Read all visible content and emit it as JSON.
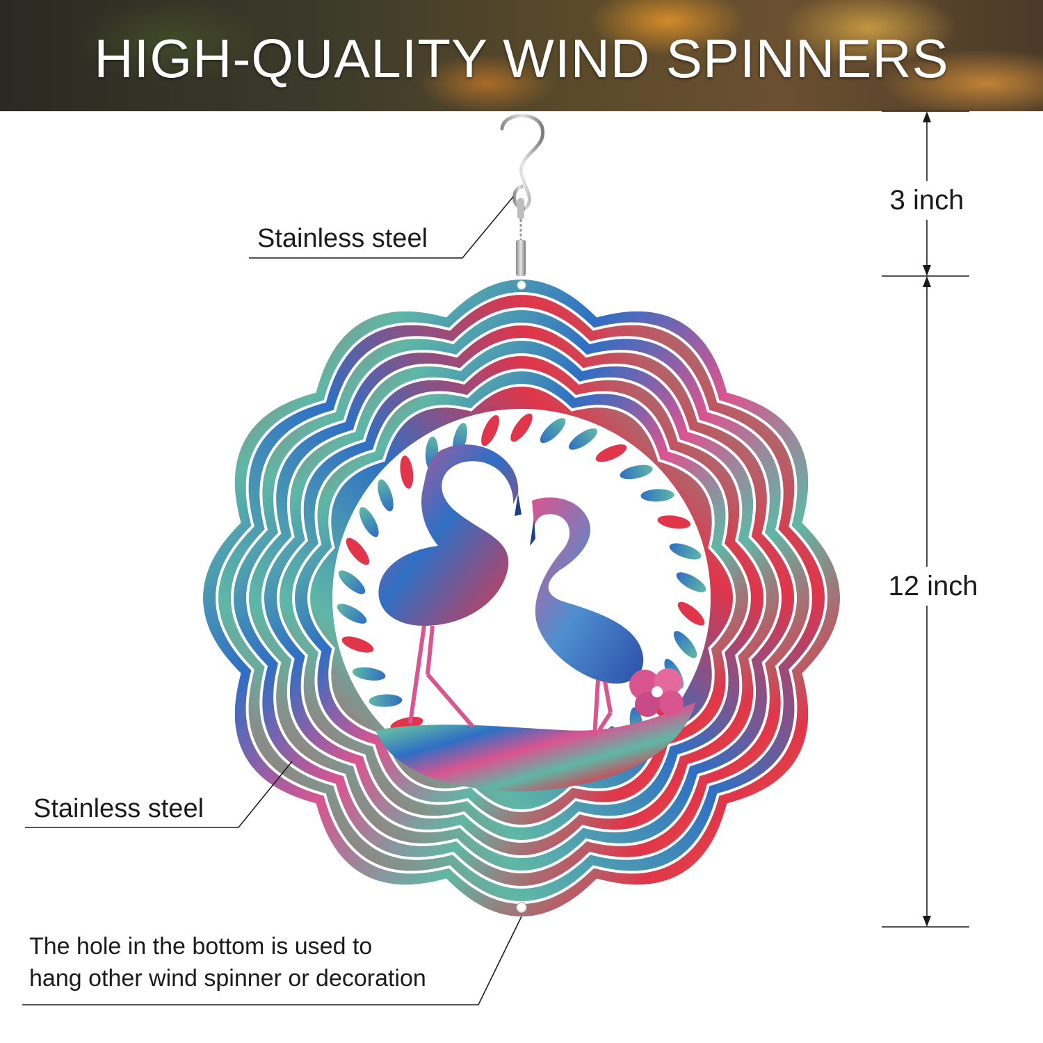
{
  "banner": {
    "title": "HIGH-QUALITY WIND SPINNERS"
  },
  "callouts": {
    "hook_material": "Stainless steel",
    "spinner_material": "Stainless steel",
    "hole_note_line1": "The hole in the bottom is used to",
    "hole_note_line2": "hang other wind spinner or decoration"
  },
  "dimensions": {
    "hook_length": "3 inch",
    "spinner_diameter": "12 inch"
  },
  "colors": {
    "teal": "#5fb7a6",
    "red": "#e0354a",
    "blue": "#2f6fc4",
    "pink": "#d9558f",
    "orange": "#f07a3a"
  }
}
